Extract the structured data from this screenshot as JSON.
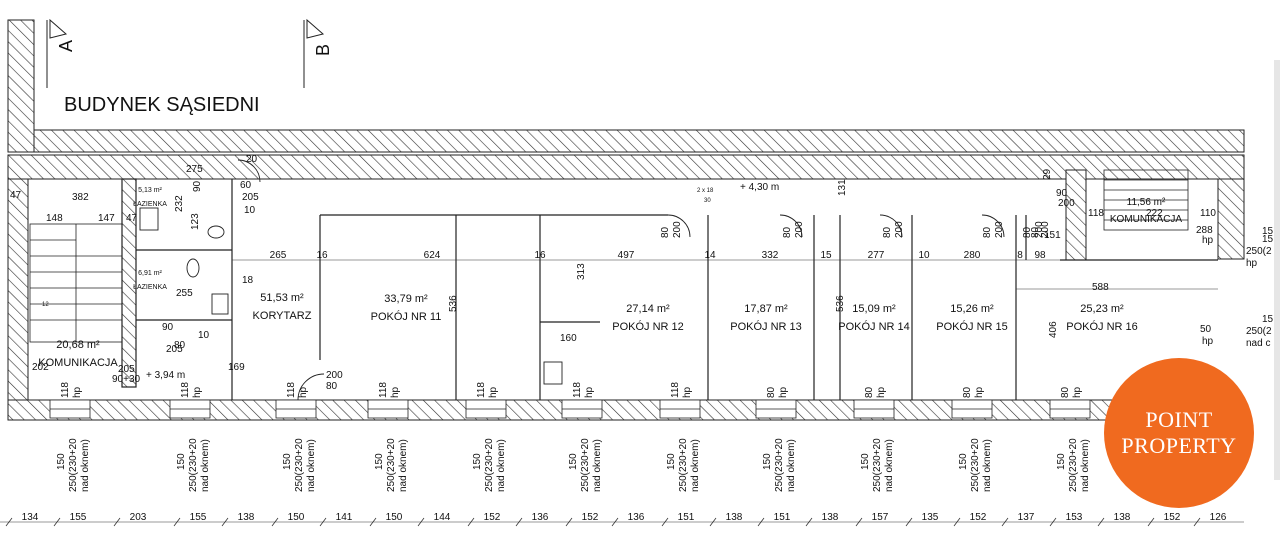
{
  "building_label": "BUDYNEK SĄSIEDNI",
  "section_a": "A",
  "section_b": "B",
  "logo": {
    "line1": "POINT",
    "line2": "PROPERTY",
    "color": "#F06A1F"
  },
  "rooms": [
    {
      "id": "lazienka-1",
      "area": "5,13 m²",
      "name": "ŁAZIENKA"
    },
    {
      "id": "lazienka-2",
      "area": "6,91 m²",
      "name": "ŁAZIENKA"
    },
    {
      "id": "komunikacja-1",
      "area": "20,68 m²",
      "name": "KOMUNIKACJA"
    },
    {
      "id": "korytarz",
      "area": "51,53 m²",
      "name": "KORYTARZ"
    },
    {
      "id": "pokoj-11",
      "area": "33,79 m²",
      "name": "POKÓJ NR 11"
    },
    {
      "id": "pokoj-12",
      "area": "27,14 m²",
      "name": "POKÓJ NR 12"
    },
    {
      "id": "pokoj-13",
      "area": "17,87 m²",
      "name": "POKÓJ NR 13"
    },
    {
      "id": "pokoj-14",
      "area": "15,09 m²",
      "name": "POKÓJ NR 14"
    },
    {
      "id": "pokoj-15",
      "area": "15,26 m²",
      "name": "POKÓJ NR 15"
    },
    {
      "id": "pokoj-16",
      "area": "25,23 m²",
      "name": "POKÓJ NR 16"
    },
    {
      "id": "komunikacja-2",
      "area": "11,56 m²",
      "name": "KOMUNIKACJA"
    }
  ],
  "top_dims": [
    "265",
    "16",
    "624",
    "16",
    "497",
    "14",
    "332",
    "15",
    "277",
    "10",
    "280",
    "8",
    "98"
  ],
  "upper_dims": [
    "382",
    "148",
    "147",
    "47",
    "47",
    "275",
    "90",
    "20",
    "60",
    "205",
    "10",
    "123",
    "232",
    "18",
    "313",
    "536",
    "536",
    "406",
    "588",
    "222",
    "110",
    "118",
    "90",
    "200",
    "29",
    "131"
  ],
  "door_dims": [
    "80",
    "200",
    "80",
    "200",
    "80",
    "200",
    "80",
    "200",
    "80",
    "200",
    "80",
    "200"
  ],
  "levels": [
    "+ 4,30 m",
    "+ 3,94 m"
  ],
  "misc_dims": [
    "2 x 18",
    "30",
    "160",
    "200",
    "80",
    "169",
    "202",
    "205",
    "90+30",
    "90",
    "205",
    "80",
    "255",
    "10",
    "12",
    "151",
    "288",
    "hp",
    "50",
    "hp",
    "15"
  ],
  "windows": [
    {
      "hp": "118",
      "sill": "150",
      "head": "250(230+20",
      "note": "nad oknem)"
    },
    {
      "hp": "118",
      "sill": "150",
      "head": "250(230+20",
      "note": "nad oknem)"
    },
    {
      "hp": "118",
      "sill": "150",
      "head": "250(230+20",
      "note": "nad oknem)"
    },
    {
      "hp": "118",
      "sill": "150",
      "head": "250(230+20",
      "note": "nad oknem)"
    },
    {
      "hp": "118",
      "sill": "150",
      "head": "250(230+20",
      "note": "nad oknem)"
    },
    {
      "hp": "118",
      "sill": "150",
      "head": "250(230+20",
      "note": "nad oknem)"
    },
    {
      "hp": "118",
      "sill": "150",
      "head": "250(230+20",
      "note": "nad oknem)"
    },
    {
      "hp": "80",
      "sill": "150",
      "head": "250(230+20",
      "note": "nad oknem)"
    },
    {
      "hp": "80",
      "sill": "150",
      "head": "250(230+20",
      "note": "nad oknem)"
    },
    {
      "hp": "80",
      "sill": "150",
      "head": "250(230+20",
      "note": "nad oknem)"
    },
    {
      "hp": "80",
      "sill": "150",
      "head": "250(230+20",
      "note": "nad oknem)"
    }
  ],
  "right_side": [
    {
      "top": "15",
      "head": "250(2",
      "note": "hp"
    },
    {
      "top": "15",
      "head": "250(2",
      "note": "nad c"
    }
  ],
  "bottom_dims": [
    "134",
    "155",
    "203",
    "155",
    "138",
    "150",
    "141",
    "150",
    "144",
    "152",
    "136",
    "152",
    "136",
    "151",
    "138",
    "151",
    "138",
    "157",
    "135",
    "152",
    "137",
    "153",
    "138",
    "152",
    "126"
  ]
}
